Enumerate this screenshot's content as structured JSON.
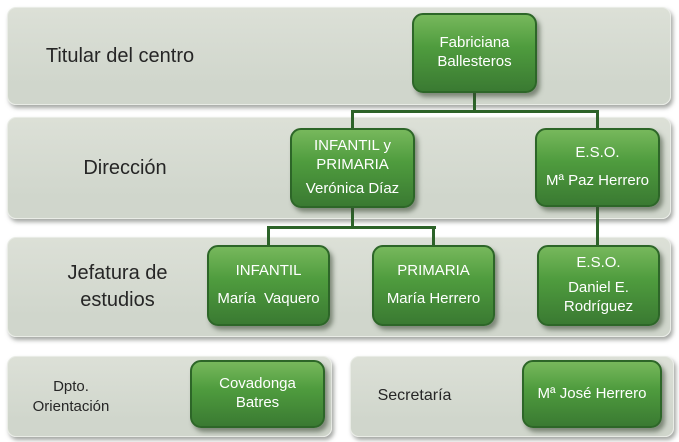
{
  "palette": {
    "page_bg": "#ffffff",
    "band_bg_top": "#dce0d7",
    "band_bg": "#d0d6cc",
    "band_border": "#e9ece6",
    "node_green_light": "#77b85c",
    "node_green_mid": "#4f9c3e",
    "node_green_dark": "#3a7a32",
    "node_border": "#2d6628",
    "connector": "#2d6329",
    "label_text": "#262626",
    "node_text": "#ffffff"
  },
  "org": {
    "rows": [
      {
        "id": "titular",
        "label": "Titular del centro",
        "nodes": [
          {
            "id": "fabriciana",
            "name": "Fabriciana\nBallesteros"
          }
        ]
      },
      {
        "id": "direccion",
        "label": "Dirección",
        "nodes": [
          {
            "id": "infantil-primaria",
            "title": "INFANTIL y\nPRIMARIA",
            "name": "Verónica Díaz"
          },
          {
            "id": "eso-direccion",
            "title": "E.S.O.",
            "name": "Mª Paz Herrero"
          }
        ]
      },
      {
        "id": "jefatura",
        "label": "Jefatura de\nestudios",
        "nodes": [
          {
            "id": "infantil",
            "title": "INFANTIL",
            "name": "María  Vaquero"
          },
          {
            "id": "primaria",
            "title": "PRIMARIA",
            "name": "María Herrero"
          },
          {
            "id": "eso-jefatura",
            "title": "E.S.O.",
            "name": "Daniel E.\nRodríguez"
          }
        ]
      },
      {
        "id": "dpto-orientacion",
        "label": "Dpto.\nOrientación",
        "nodes": [
          {
            "id": "covadonga",
            "name": "Covadonga\nBatres"
          }
        ]
      },
      {
        "id": "secretaria",
        "label": "Secretaría",
        "nodes": [
          {
            "id": "maria-jose",
            "name": "Mª José Herrero"
          }
        ]
      }
    ]
  }
}
